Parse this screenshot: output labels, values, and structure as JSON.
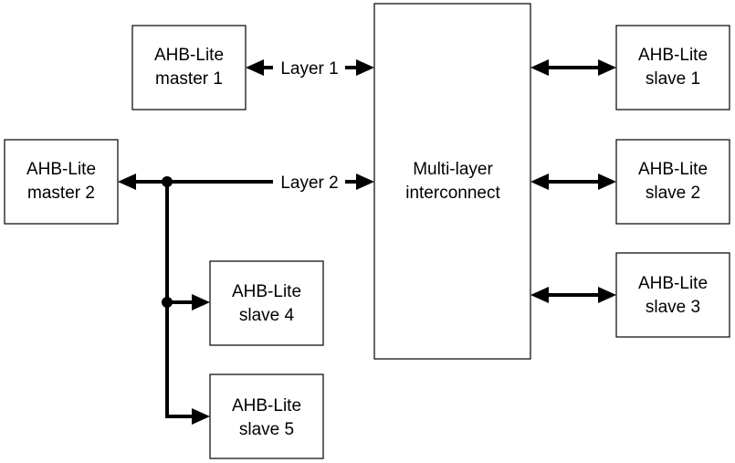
{
  "blocks": {
    "master1": [
      "AHB-Lite",
      "master 1"
    ],
    "master2": [
      "AHB-Lite",
      "master 2"
    ],
    "interconnect": [
      "Multi-layer",
      "interconnect"
    ],
    "slave1": [
      "AHB-Lite",
      "slave 1"
    ],
    "slave2": [
      "AHB-Lite",
      "slave 2"
    ],
    "slave3": [
      "AHB-Lite",
      "slave 3"
    ],
    "slave4": [
      "AHB-Lite",
      "slave 4"
    ],
    "slave5": [
      "AHB-Lite",
      "slave 5"
    ]
  },
  "layers": {
    "layer1": "Layer 1",
    "layer2": "Layer 2"
  }
}
